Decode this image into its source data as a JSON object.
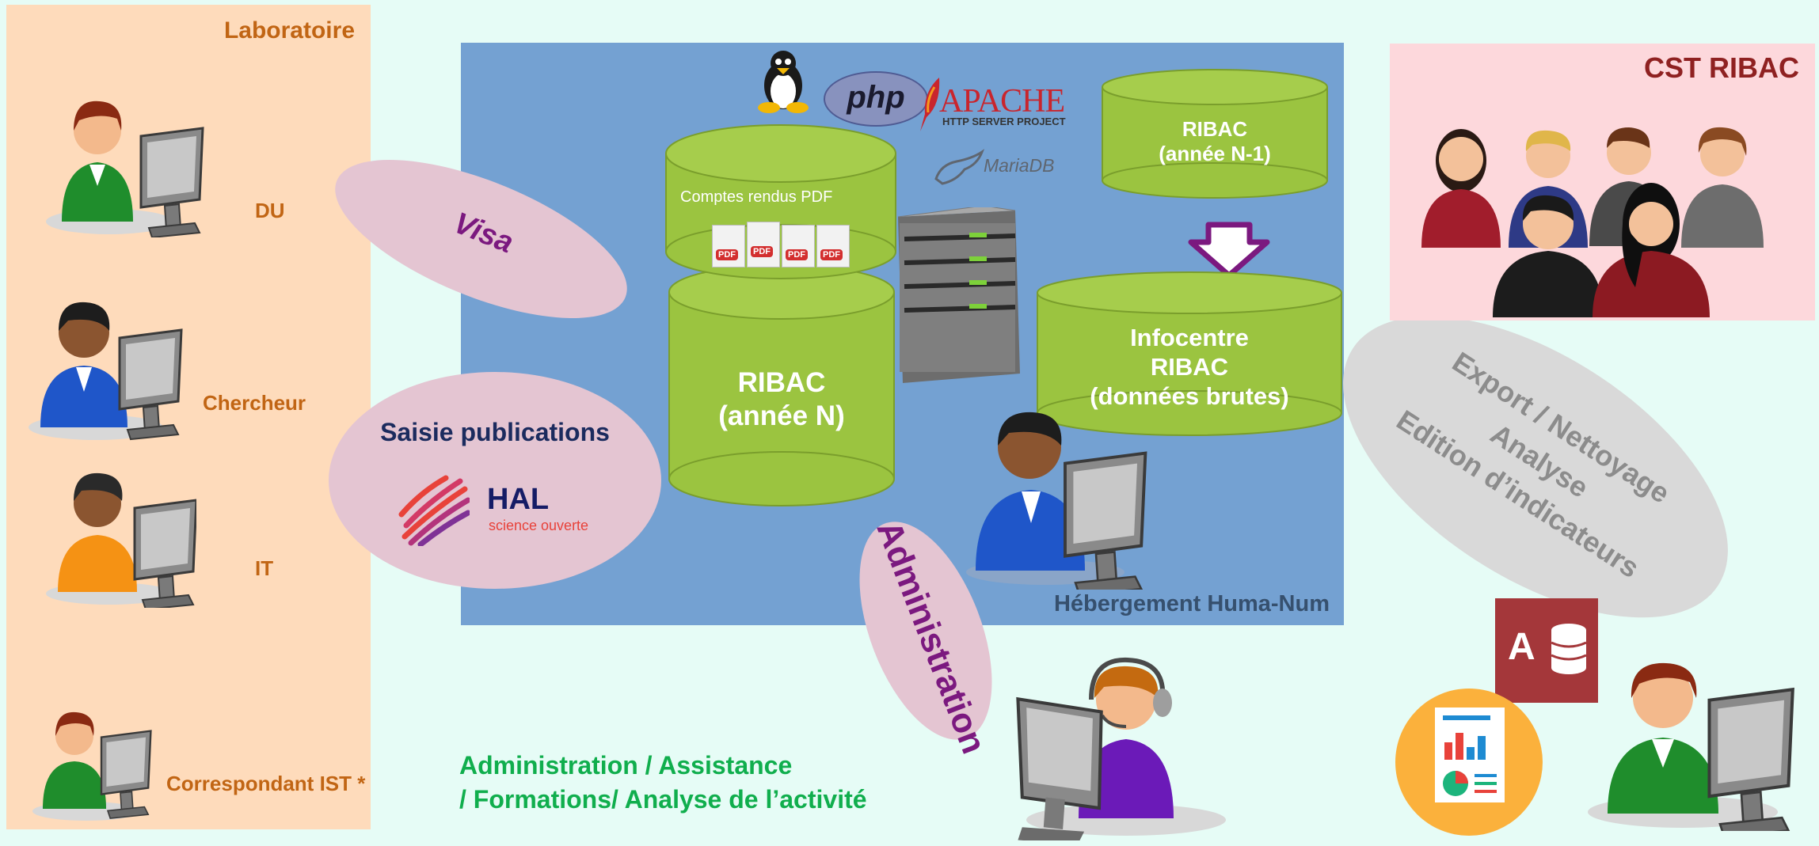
{
  "laboratoire": {
    "title": "Laboratoire",
    "roles": {
      "du": "DU",
      "chercheur": "Chercheur",
      "it": "IT",
      "correspondant": "Correspondant IST *"
    }
  },
  "bubbles": {
    "visa": "Visa",
    "saisie": "Saisie publications",
    "administration": "Administration",
    "export": [
      "Export / Nettoyage",
      "Analyse",
      "Edition d’indicateurs"
    ]
  },
  "hal": {
    "name": "HAL",
    "tagline": "science ouverte"
  },
  "huma_num": {
    "label": "Hébergement Huma-Num",
    "logos": {
      "php": "php",
      "apache": "APACHE",
      "apache_sub": "HTTP SERVER PROJECT",
      "mariadb": "MariaDB"
    },
    "cylinders": {
      "pdf": "Comptes rendus PDF",
      "pdf_icon": "PDF",
      "ribac_n": [
        "RIBAC",
        "(année N)"
      ],
      "ribac_n1": [
        "RIBAC",
        "(année N-1)"
      ],
      "infocentre": [
        "Infocentre",
        "RIBAC",
        "(données brutes)"
      ]
    }
  },
  "cst": {
    "title": "CST RIBAC"
  },
  "access_icon_letter": "A",
  "bottom_text": [
    "Administration / Assistance",
    "/ Formations/ Analyse de l’activité"
  ],
  "colors": {
    "orange_text": "#c16514",
    "green_text": "#10ae4d",
    "purple": "#7b197f",
    "cylinder": "#9bc440",
    "huma_bg": "#74a1d2"
  }
}
